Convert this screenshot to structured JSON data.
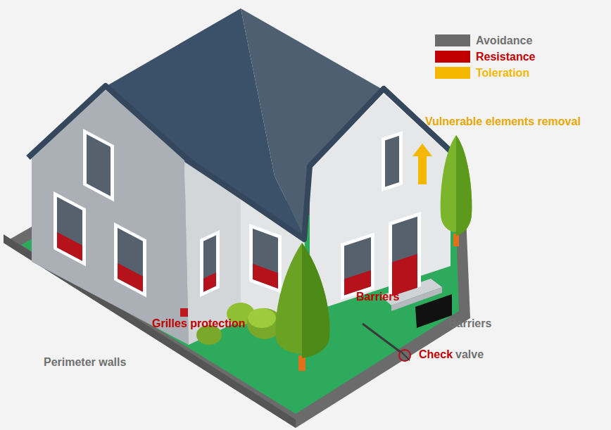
{
  "diagram": {
    "labels": [
      "Vulnerable elements removal",
      "Barriers",
      "Grilles protection",
      "Barriers",
      "Perimeter walls",
      "Check",
      "valve"
    ],
    "legend": [
      {
        "text": "Avoidance",
        "color": "#6b6b6b"
      },
      {
        "text": "Resistance",
        "color": "#c00000"
      },
      {
        "text": "Toleration",
        "color": "#f5b800"
      }
    ]
  }
}
